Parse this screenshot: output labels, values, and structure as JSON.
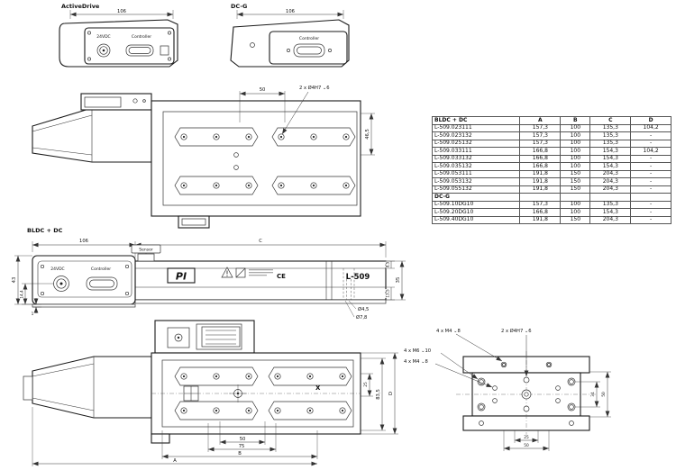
{
  "colors": {
    "line": "#1a1a1a",
    "background": "#ffffff"
  },
  "views": {
    "activedrive": {
      "title": "ActiveDrive",
      "dim_width": "106",
      "label_24vdc": "24VDC",
      "label_controller": "Controller"
    },
    "dcg": {
      "title": "DC-G",
      "dim_width": "106",
      "label_connector": "Controller"
    },
    "topview": {
      "dim_50": "50",
      "note_holes": "2 x Ø4H7 ⌄6",
      "dim_height": "46,5"
    },
    "side": {
      "title": "BLDC + DC",
      "dim_106": "106",
      "dim_c": "C",
      "label_24vdc": "24VDC",
      "label_controller": "Controller",
      "label_sensor": "Sensor",
      "logo": "PI",
      "ce_mark": "CE",
      "model": "L-509",
      "dim_43": "43",
      "dim_14_4": "14,4",
      "dim_1": "1",
      "dim_8_5": "8,5",
      "dim_35": "35",
      "dim_13_5": "13,5",
      "dia_4_5": "Ø4,5",
      "dia_7_8": "Ø7,8"
    },
    "bottom": {
      "x_label": "X",
      "dim_25": "25",
      "dim_83_5": "83,5",
      "dim_d": "D",
      "dim_50": "50",
      "dim_75": "75",
      "dim_b": "B",
      "dim_a": "A"
    },
    "endview": {
      "note_m4_top": "4 x M4 ⌄8",
      "note_4h7": "2 x Ø4H7 ⌄6",
      "note_m6": "4 x M6 ⌄10",
      "note_m4_side": "4 x M4 ⌄8",
      "dim_34": "34",
      "dim_50_right": "50",
      "dim_25_bottom": "25",
      "dim_50_bottom": "50"
    }
  },
  "table": {
    "headers": [
      "BLDC + DC",
      "A",
      "B",
      "C",
      "D"
    ],
    "rows": [
      [
        "L-509.023111",
        "157,3",
        "100",
        "135,3",
        "104,2"
      ],
      [
        "L-509.023132",
        "157,3",
        "100",
        "135,3",
        "-"
      ],
      [
        "L-509.025132",
        "157,3",
        "100",
        "135,3",
        "-"
      ],
      [
        "L-509.033111",
        "166,8",
        "100",
        "154,3",
        "104,2"
      ],
      [
        "L-509.033132",
        "166,8",
        "100",
        "154,3",
        "-"
      ],
      [
        "L-509.035132",
        "166,8",
        "100",
        "154,3",
        "-"
      ],
      [
        "L-509.053111",
        "191,8",
        "150",
        "204,3",
        "-"
      ],
      [
        "L-509.053132",
        "191,8",
        "150",
        "204,3",
        "-"
      ],
      [
        "L-509.055132",
        "191,8",
        "150",
        "204,3",
        "-"
      ]
    ],
    "section2": "DC-G",
    "rows2": [
      [
        "L-509.10DG10",
        "157,3",
        "100",
        "135,3",
        "-"
      ],
      [
        "L-509.20DG10",
        "166,8",
        "100",
        "154,3",
        "-"
      ],
      [
        "L-509.40DG10",
        "191,8",
        "150",
        "204,3",
        "-"
      ]
    ]
  }
}
